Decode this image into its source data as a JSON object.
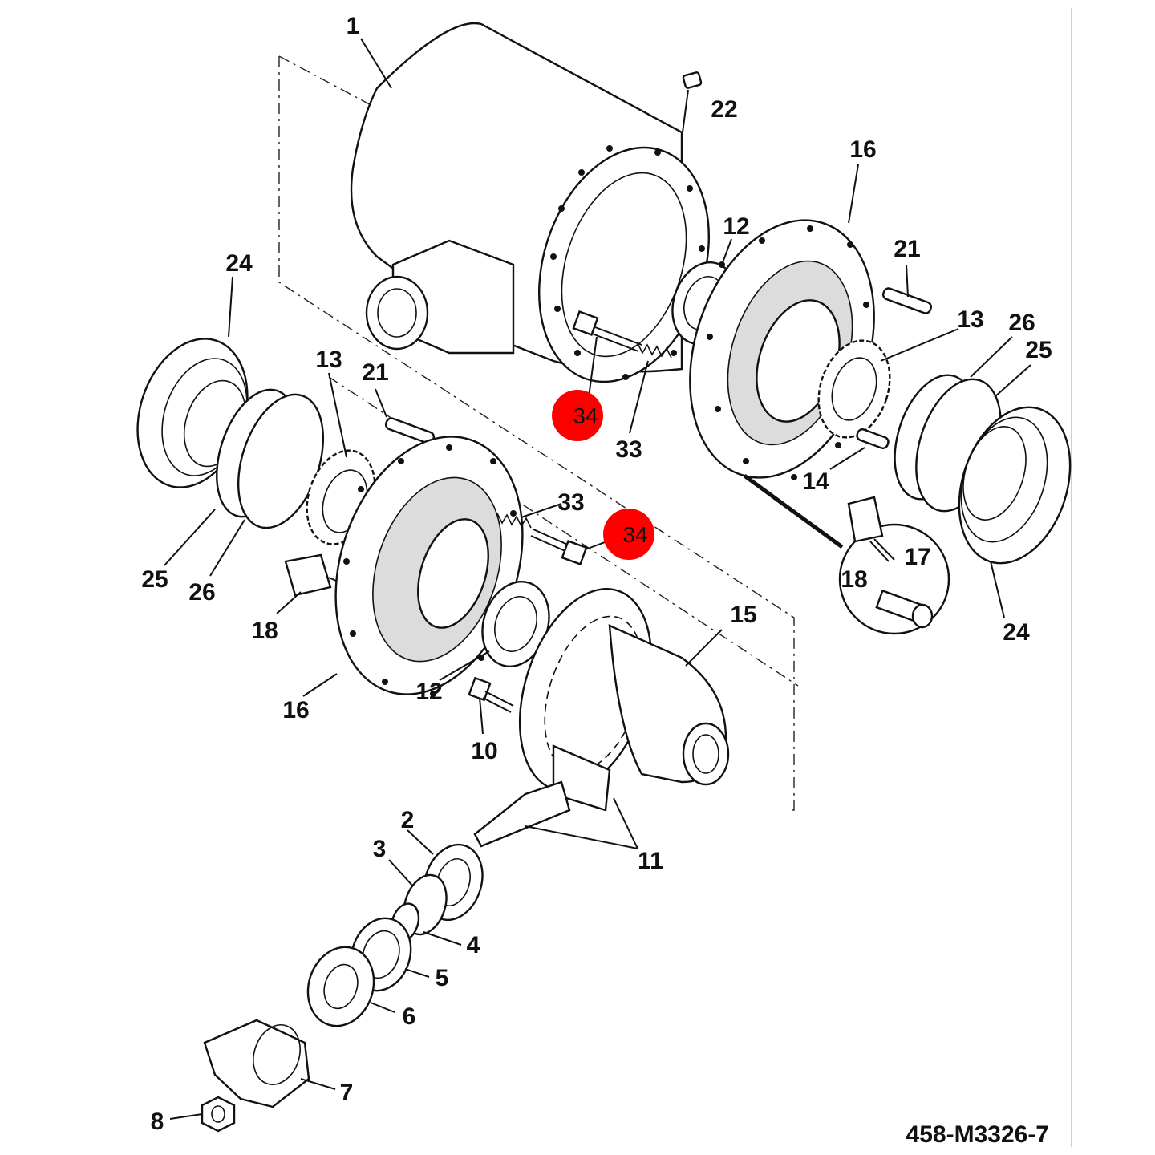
{
  "figure_ref": "458-M3326-7",
  "highlight_color": "#ff0000",
  "labels": {
    "l1": "1",
    "l22": "22",
    "l16a": "16",
    "l12a": "12",
    "l21a": "21",
    "l13a": "13",
    "l26a": "26",
    "l25a": "25",
    "l34a": "34",
    "l33a": "33",
    "l14": "14",
    "l17": "17",
    "l18a": "18",
    "l24a": "24",
    "l24b": "24",
    "l13b": "13",
    "l21b": "21",
    "l25b": "25",
    "l26b": "26",
    "l33b": "33",
    "l34b": "34",
    "l18b": "18",
    "l15": "15",
    "l16b": "16",
    "l12b": "12",
    "l10": "10",
    "l11": "11",
    "l2": "2",
    "l3": "3",
    "l4": "4",
    "l5": "5",
    "l6": "6",
    "l7": "7",
    "l8": "8"
  }
}
